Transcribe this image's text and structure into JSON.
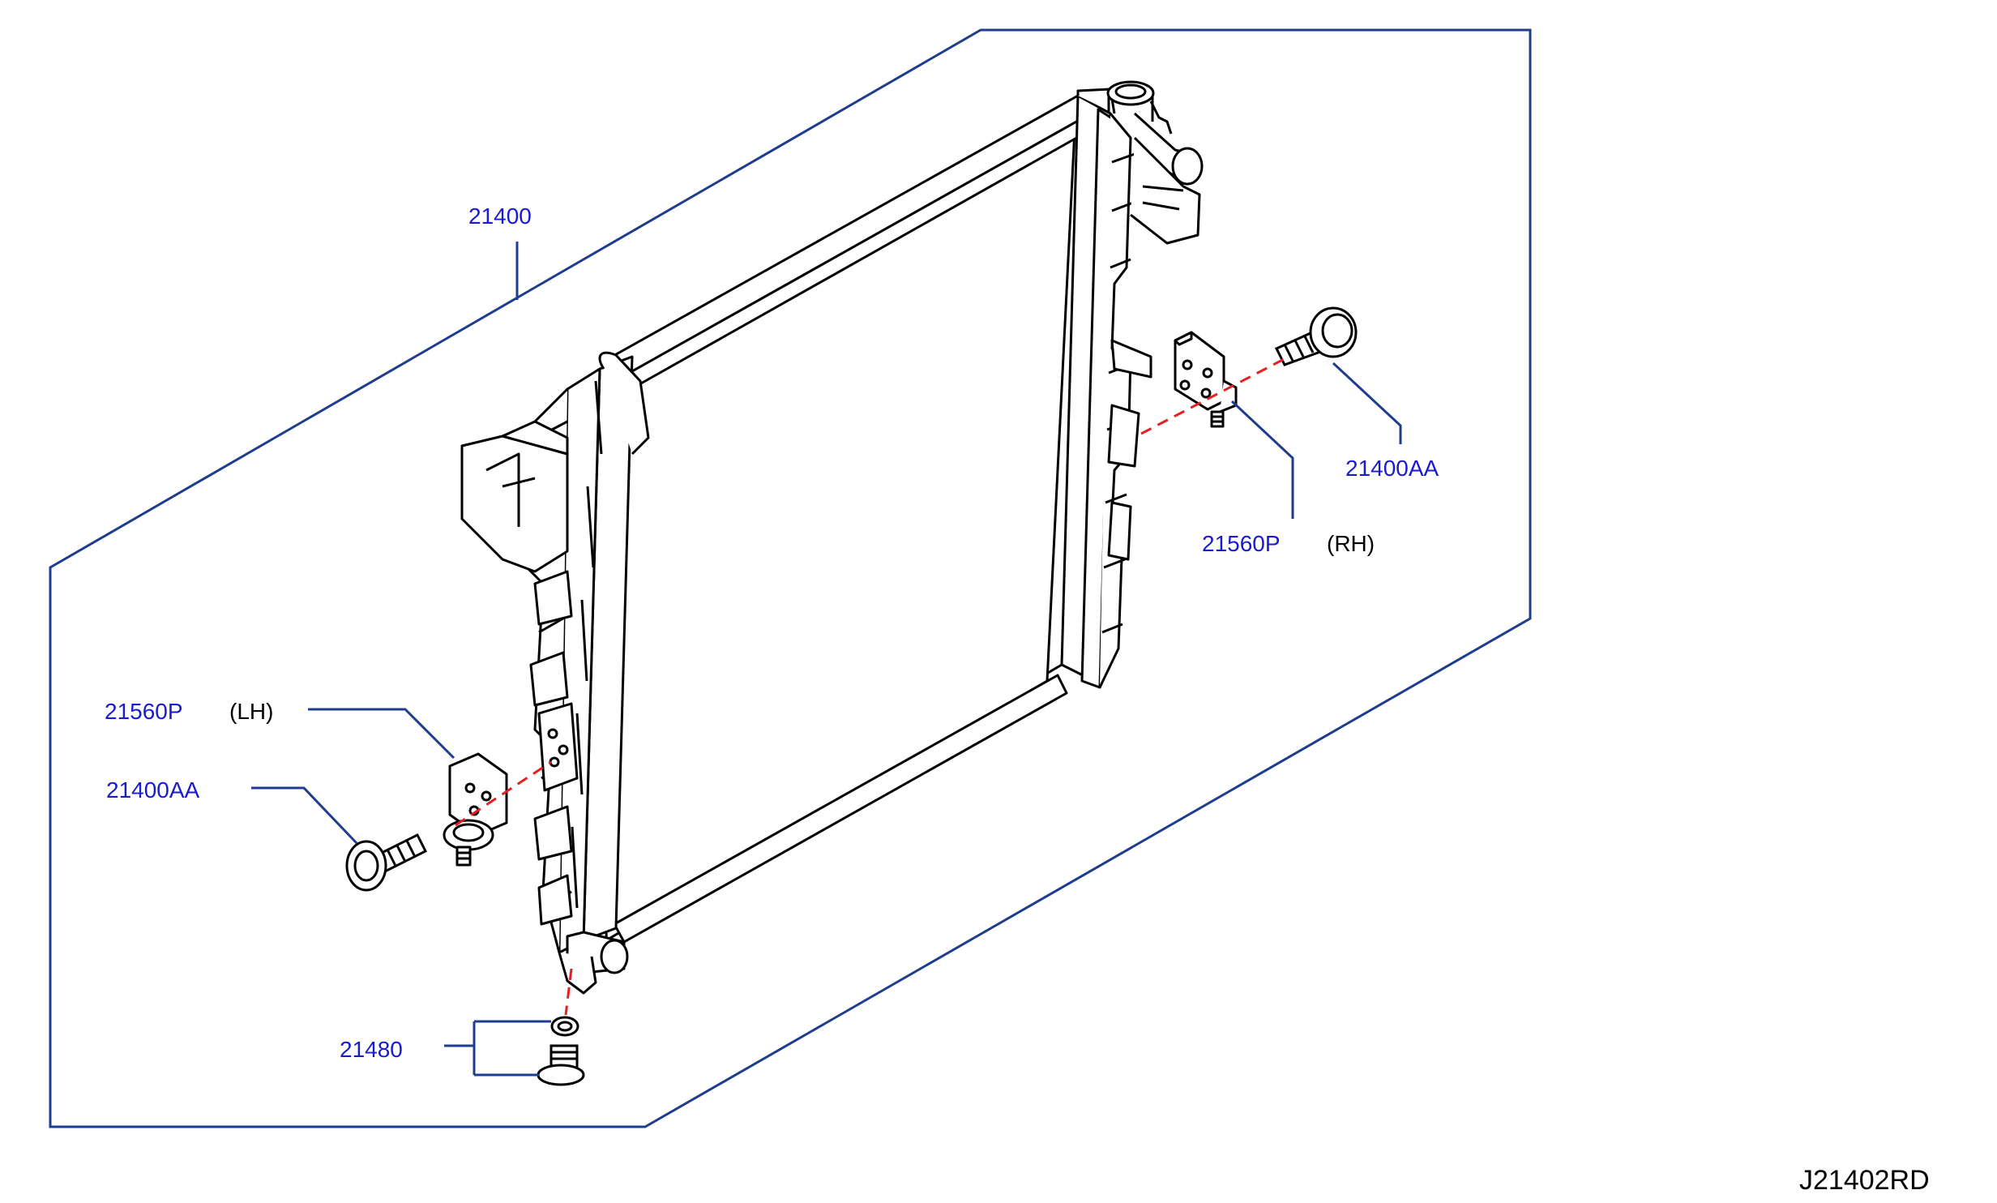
{
  "colors": {
    "callout": "#1a1ad0",
    "leader": "#1f3d8f",
    "linework": "#000000",
    "centerline": "#e52020"
  },
  "parts": {
    "radiator": "21400",
    "bolt_rh": "21400AA",
    "bracket_rh": "21560P",
    "bracket_rh_side": "(RH)",
    "bracket_lh": "21560P",
    "bracket_lh_side": "(LH)",
    "bolt_lh": "21400AA",
    "drain_plug": "21480"
  },
  "diagram_code": "J21402RD"
}
